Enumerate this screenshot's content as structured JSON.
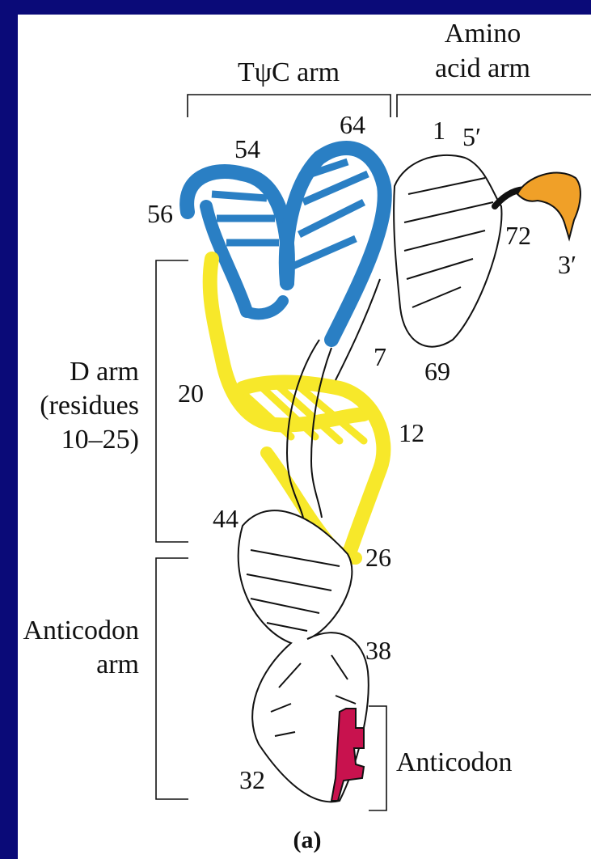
{
  "labels": {
    "tpsic_arm": "TψC arm",
    "amino_line1": "Amino",
    "amino_line2": "acid arm",
    "d_arm_line1": "D arm",
    "d_arm_line2": "(residues",
    "d_arm_line3": "10–25)",
    "anticodon_arm_line1": "Anticodon",
    "anticodon_arm_line2": "arm",
    "anticodon": "Anticodon",
    "panel": "(a)"
  },
  "residues": {
    "r1": "1",
    "r5p": "5′",
    "r54": "54",
    "r56": "56",
    "r64": "64",
    "r72": "72",
    "r3p": "3′",
    "r7": "7",
    "r69": "69",
    "r20": "20",
    "r12": "12",
    "r44": "44",
    "r26": "26",
    "r38": "38",
    "r32": "32"
  },
  "colors": {
    "background": "#0a0a78",
    "tpsic_arm": "#2a7fc4",
    "d_arm": "#f7e82a",
    "amino_acid_end": "#f0a028",
    "anticodon": "#c8124e",
    "backbone": "#ffffff"
  }
}
